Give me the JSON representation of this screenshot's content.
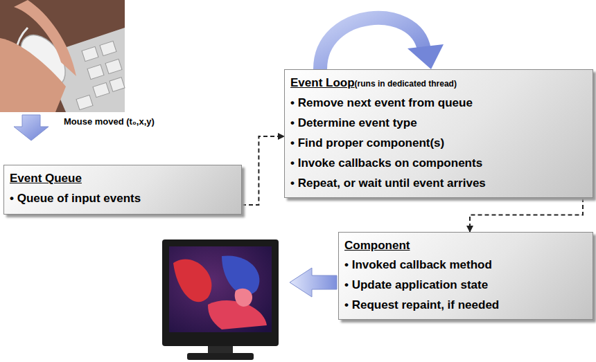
{
  "diagram": {
    "nodes": [
      {
        "text": [
          "Event Queue",
          "• Queue of input events"
        ]
      },
      {
        "text": [
          "Event Loop",
          "(runs in dedicated thread)",
          "• Remove next event from queue",
          "• Determine event type",
          "• Find proper component(s)",
          "• Invoke callbacks on components",
          "• Repeat, or wait until event arrives"
        ]
      },
      {
        "text": [
          "Component",
          "• Invoked callback method",
          "• Update application state",
          "• Request repaint, if needed"
        ]
      }
    ],
    "edges": [
      {
        "from": 0,
        "to": 1,
        "arrow": "to"
      },
      {
        "from": 1,
        "to": 2,
        "arrow": "to"
      }
    ],
    "labels": [
      "Mouse moved (t₀,x,y)"
    ]
  }
}
